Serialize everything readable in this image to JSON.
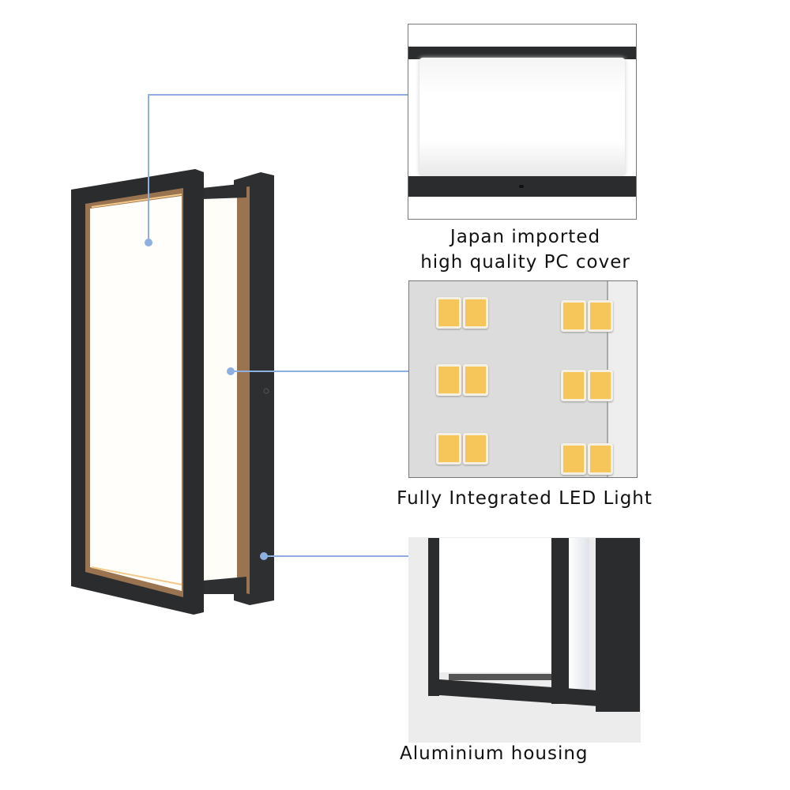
{
  "features": [
    {
      "caption_lines": [
        "Japan imported",
        "high quality PC cover"
      ],
      "icon": "pc-cover-detail"
    },
    {
      "caption_lines": [
        "Fully Integrated LED Light"
      ],
      "icon": "led-chips-detail"
    },
    {
      "caption_lines": [
        "Aluminium housing"
      ],
      "icon": "housing-detail"
    }
  ],
  "colors": {
    "connector": "#8db0e0",
    "frame": "#2b2c2e",
    "wood": "#9a7350",
    "led": "#f6c65a"
  }
}
